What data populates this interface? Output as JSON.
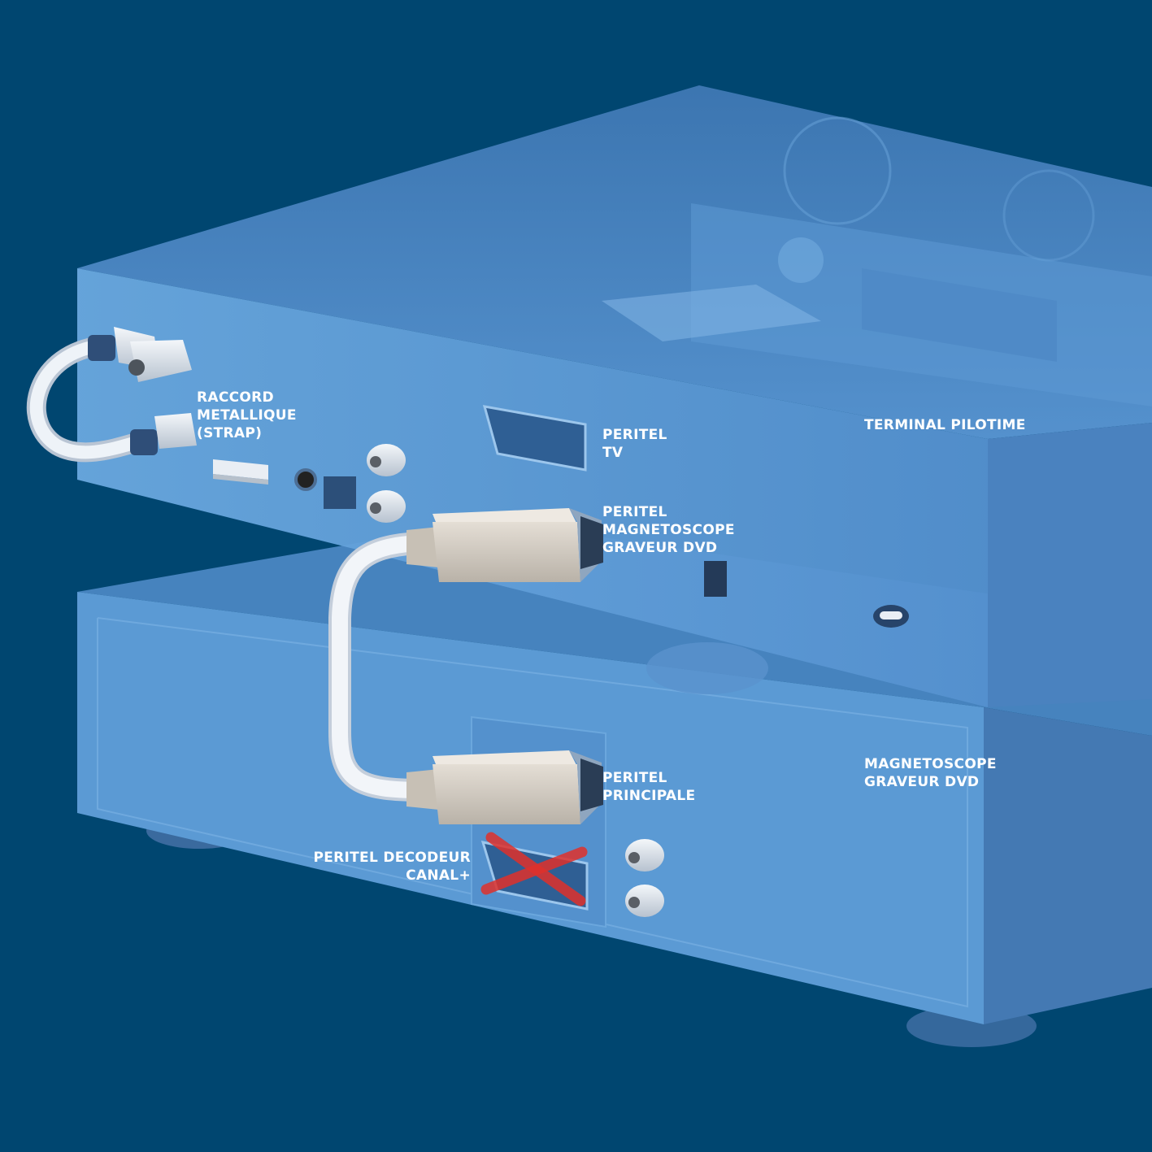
{
  "labels": {
    "raccord": [
      "RACCORD",
      "METALLIQUE",
      "(STRAP)"
    ],
    "peritel_tv": [
      "PERITEL",
      "TV"
    ],
    "terminal": "TERMINAL PILOTIME",
    "peritel_magneto": [
      "PERITEL",
      "MAGNETOSCOPE",
      "GRAVEUR DVD"
    ],
    "peritel_principale": [
      "PERITEL",
      "PRINCIPALE"
    ],
    "magneto": [
      "MAGNETOSCOPE",
      "GRAVEUR DVD"
    ],
    "peritel_decodeur": [
      "PERITEL DECODEUR",
      "CANAL+"
    ]
  },
  "colors": {
    "background": "#004670",
    "box_front": "#5a9ad3",
    "box_top": "#4f8cc6",
    "box_side": "#3f77b3",
    "cable": "#e8eef6",
    "connector": "#d6d0c6",
    "cross": "#e0312b"
  }
}
